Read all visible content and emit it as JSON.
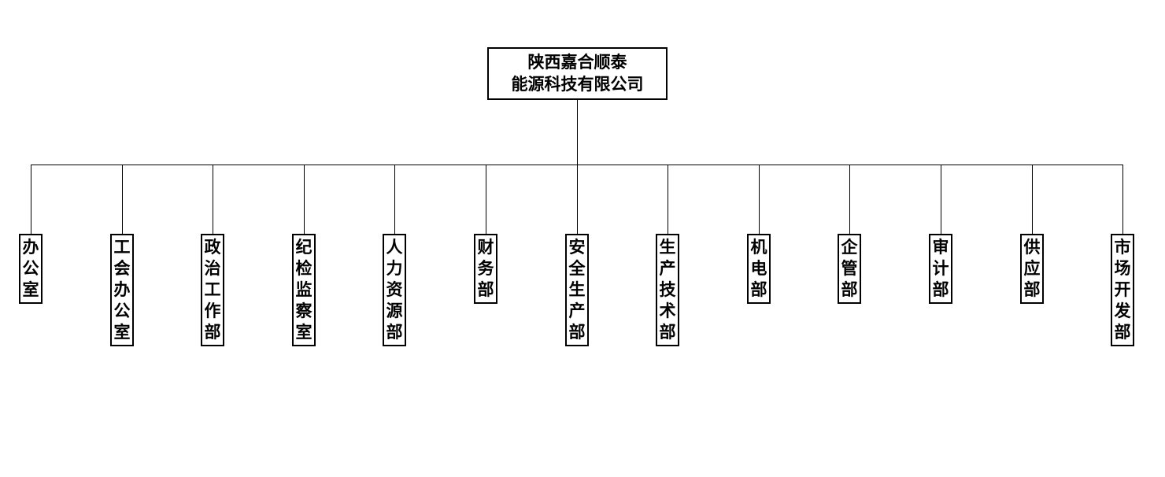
{
  "company": {
    "name_line1": "陕西嘉合顺泰",
    "name_line2": "能源科技有限公司",
    "full_name": "陕西嘉合顺泰能源科技有限公司"
  },
  "departments": [
    {
      "name": "办公室"
    },
    {
      "name": "工会办公室"
    },
    {
      "name": "政治工作部"
    },
    {
      "name": "纪检监察室"
    },
    {
      "name": "人力资源部"
    },
    {
      "name": "财务部"
    },
    {
      "name": "安全生产部"
    },
    {
      "name": "生产技术部"
    },
    {
      "name": "机电部"
    },
    {
      "name": "企管部"
    },
    {
      "name": "审计部"
    },
    {
      "name": "供应部"
    },
    {
      "name": "市场开发部"
    }
  ],
  "colors": {
    "background": "#ffffff",
    "line": "#000000",
    "border": "#000000",
    "text": "#000000"
  }
}
